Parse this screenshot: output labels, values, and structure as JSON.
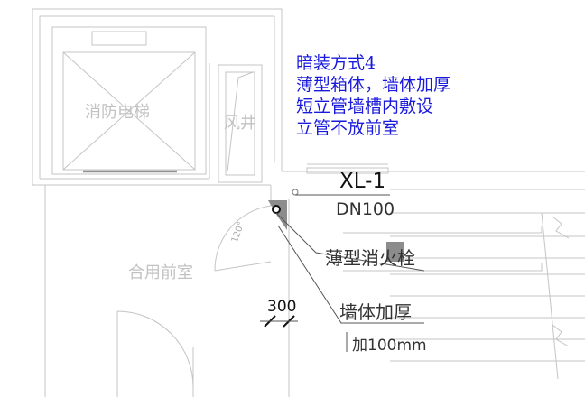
{
  "notes": {
    "line1": "暗装方式4",
    "line2": "薄型箱体，墙体加厚",
    "line3": "短立管墙槽内敷设",
    "line4": "立管不放前室"
  },
  "labels": {
    "fire_elevator": "消防电梯",
    "shaft": "风井",
    "lobby": "合用前室",
    "door_angle": "120°",
    "riser_id": "XL-1",
    "pipe_size": "DN100",
    "hydrant": "薄型消火栓",
    "wall_thicken": "墙体加厚",
    "dimension": "300",
    "thicken_amount": "加100mm"
  },
  "colors": {
    "note_text": "#1a1adc",
    "line": "#b9b9b9",
    "dark_line": "#222222",
    "hatch": "#8c8c8c"
  }
}
